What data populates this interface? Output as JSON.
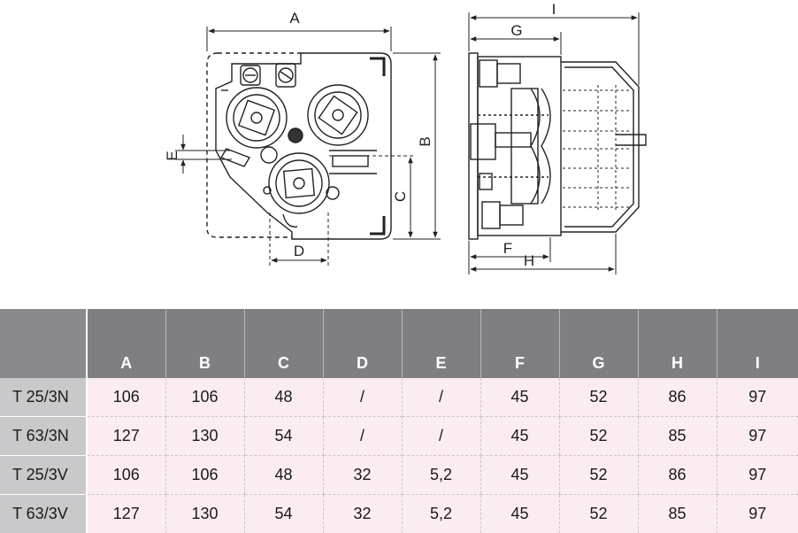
{
  "drawing": {
    "front_labels": {
      "A": "A",
      "B": "B",
      "C": "C",
      "D": "D",
      "E": "E"
    },
    "side_labels": {
      "F": "F",
      "G": "G",
      "H": "H",
      "I": "I"
    }
  },
  "table": {
    "columns": [
      "A",
      "B",
      "C",
      "D",
      "E",
      "F",
      "G",
      "H",
      "I"
    ],
    "rows": [
      {
        "model": "T 25/3N",
        "values": [
          "106",
          "106",
          "48",
          "/",
          "/",
          "45",
          "52",
          "86",
          "97"
        ]
      },
      {
        "model": "T 63/3N",
        "values": [
          "127",
          "130",
          "54",
          "/",
          "/",
          "45",
          "52",
          "85",
          "97"
        ]
      },
      {
        "model": "T 25/3V",
        "values": [
          "106",
          "106",
          "48",
          "32",
          "5,2",
          "45",
          "52",
          "86",
          "97"
        ]
      },
      {
        "model": "T 63/3V",
        "values": [
          "127",
          "130",
          "54",
          "32",
          "5,2",
          "45",
          "52",
          "85",
          "97"
        ]
      }
    ]
  }
}
